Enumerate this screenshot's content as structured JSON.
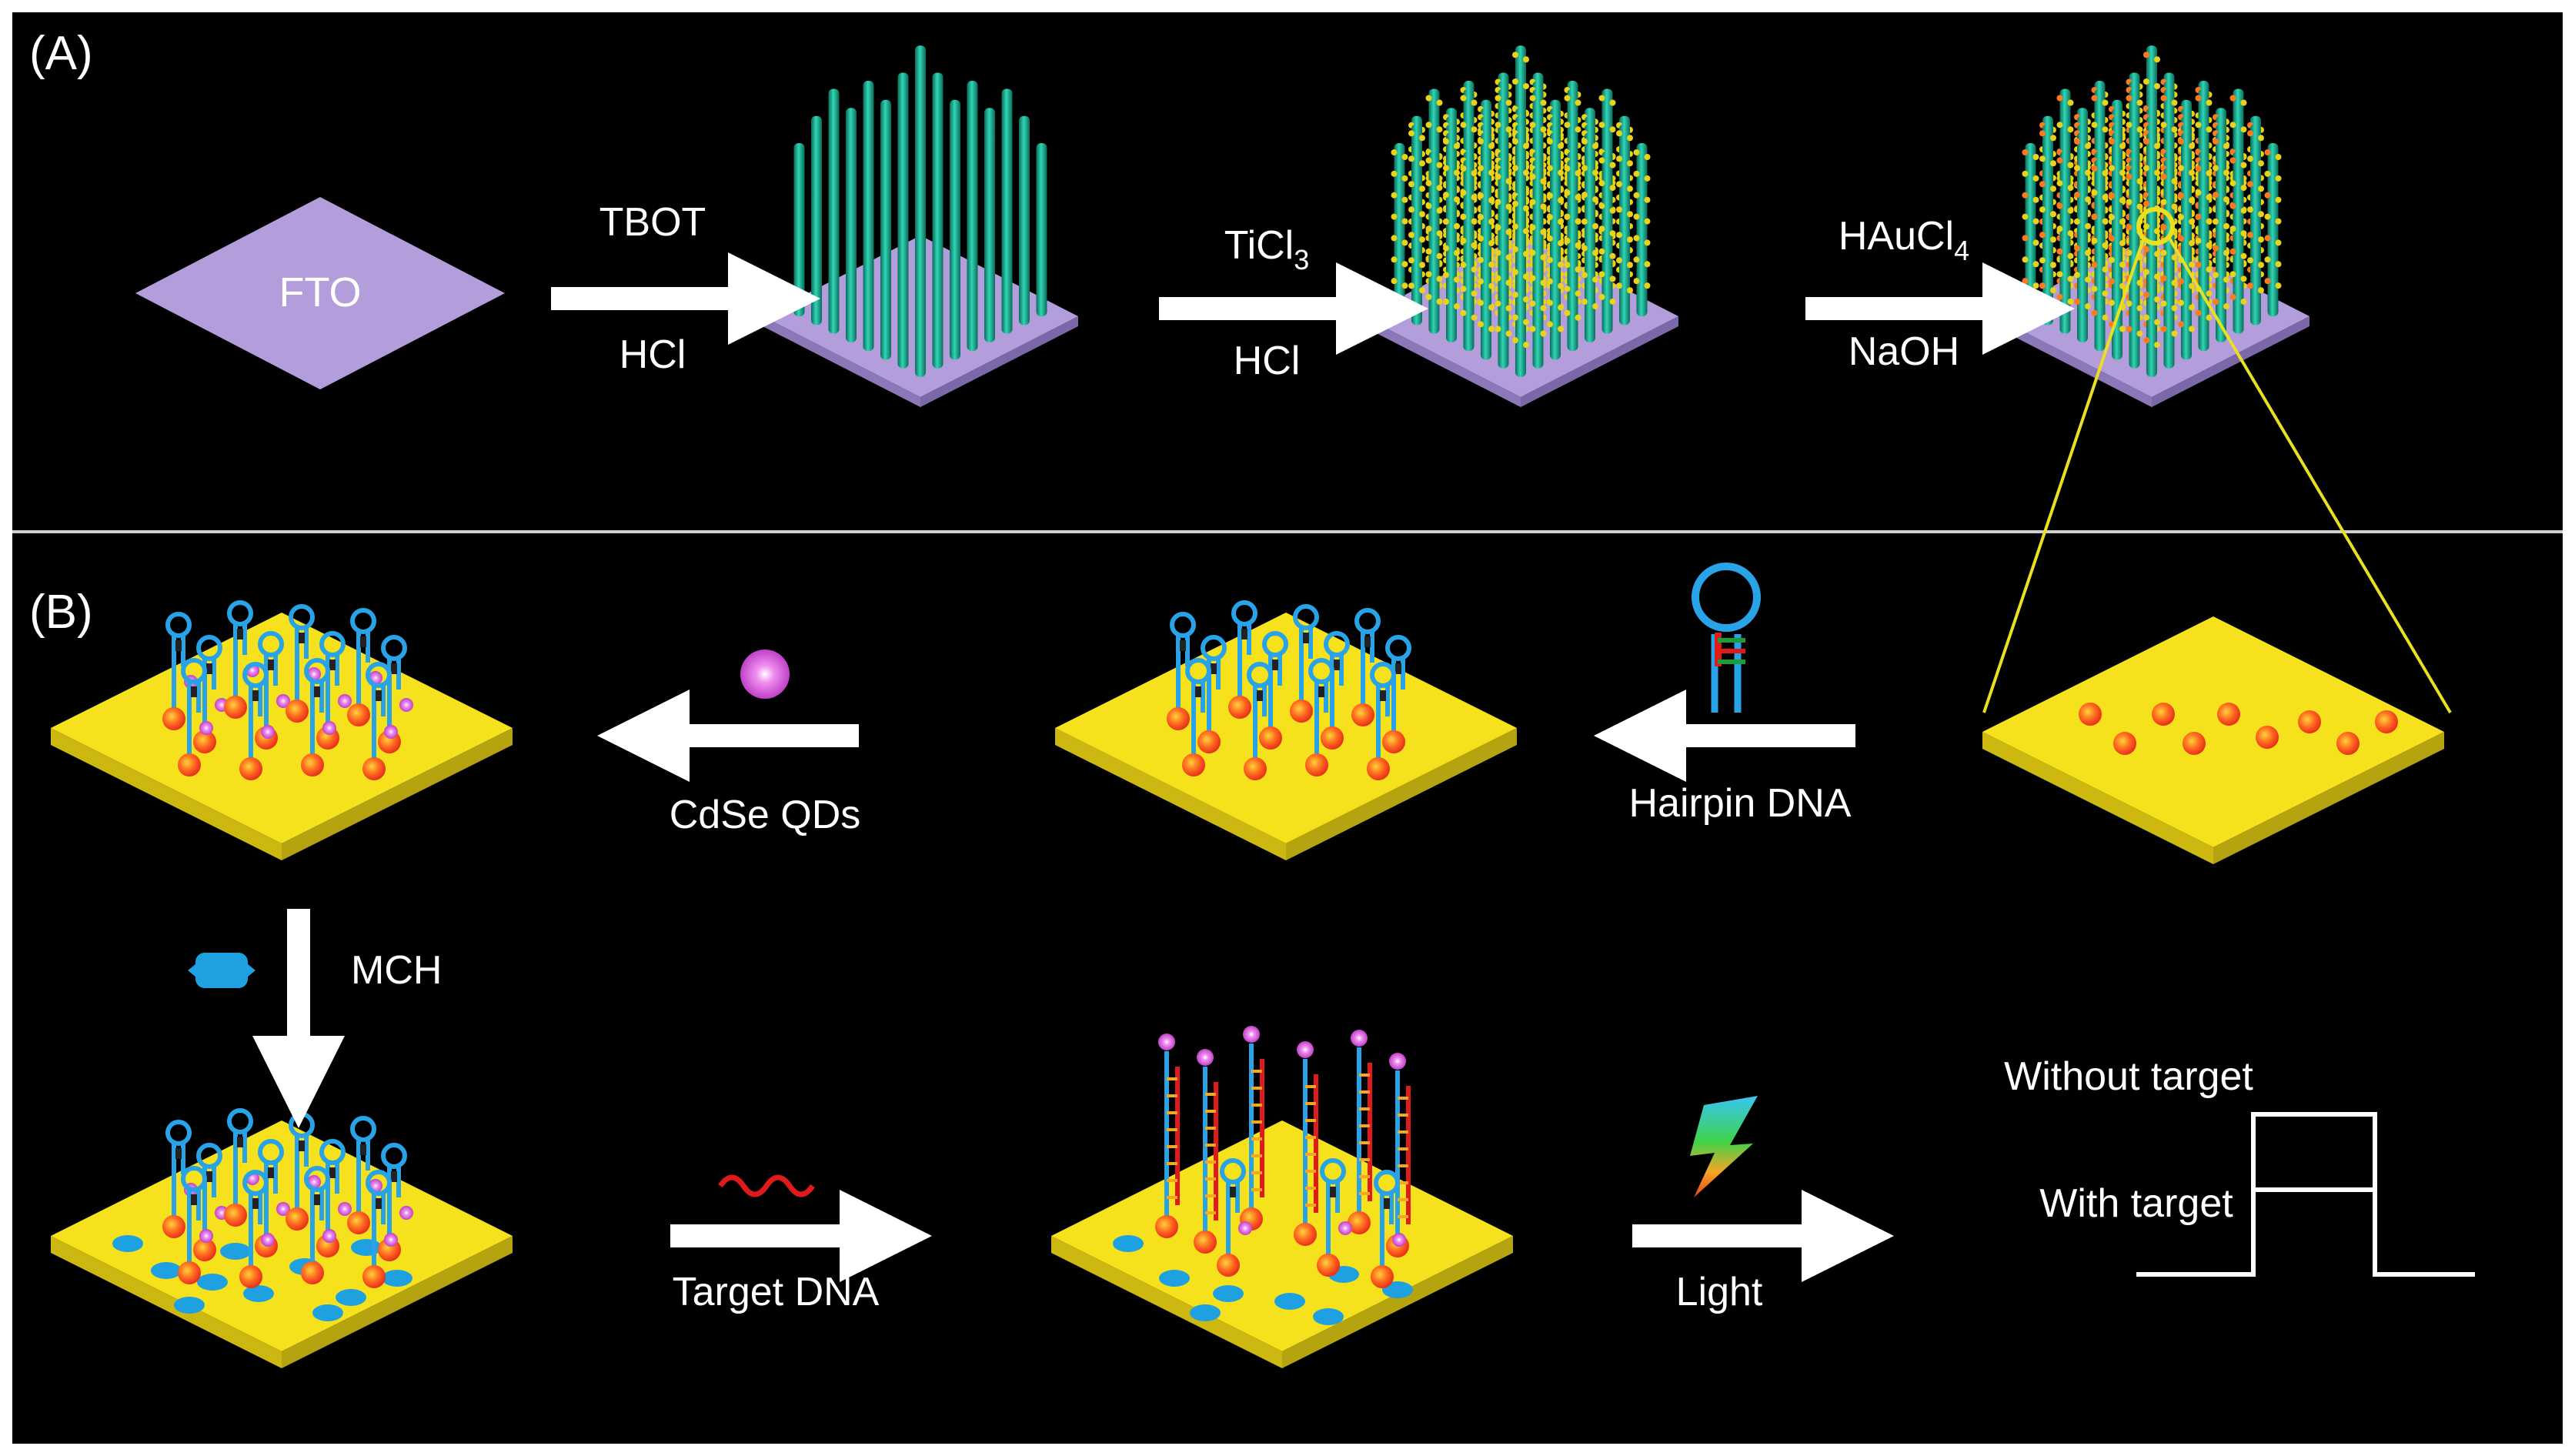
{
  "panels": {
    "a": "(A)",
    "b": "(B)"
  },
  "substrate": {
    "label": "FTO"
  },
  "step1": {
    "top": "TBOT",
    "bottom": "HCl"
  },
  "step2": {
    "top": "TiCl",
    "top_sub": "3",
    "bottom": "HCl"
  },
  "step3": {
    "top": "HAuCl",
    "top_sub": "4",
    "bottom": "NaOH"
  },
  "step4": {
    "label": "Hairpin DNA"
  },
  "step5": {
    "label": "CdSe QDs"
  },
  "step6": {
    "label": "MCH"
  },
  "step7": {
    "label": "Target DNA"
  },
  "step8": {
    "label": "Light"
  },
  "signal": {
    "without": "Without target",
    "with": "With target"
  },
  "colors": {
    "background": "#000000",
    "fto": "#b39ddb",
    "nanorod": "#17b899",
    "gold_electrode": "#f5e11c",
    "au_nanoparticle": "#ff5a1f",
    "hairpin": "#29a3e8",
    "target_dna": "#e01a1a",
    "cdse_qd": "#d96ad9",
    "mch": "#1fa0e0",
    "zoom_line": "#e8e020"
  }
}
